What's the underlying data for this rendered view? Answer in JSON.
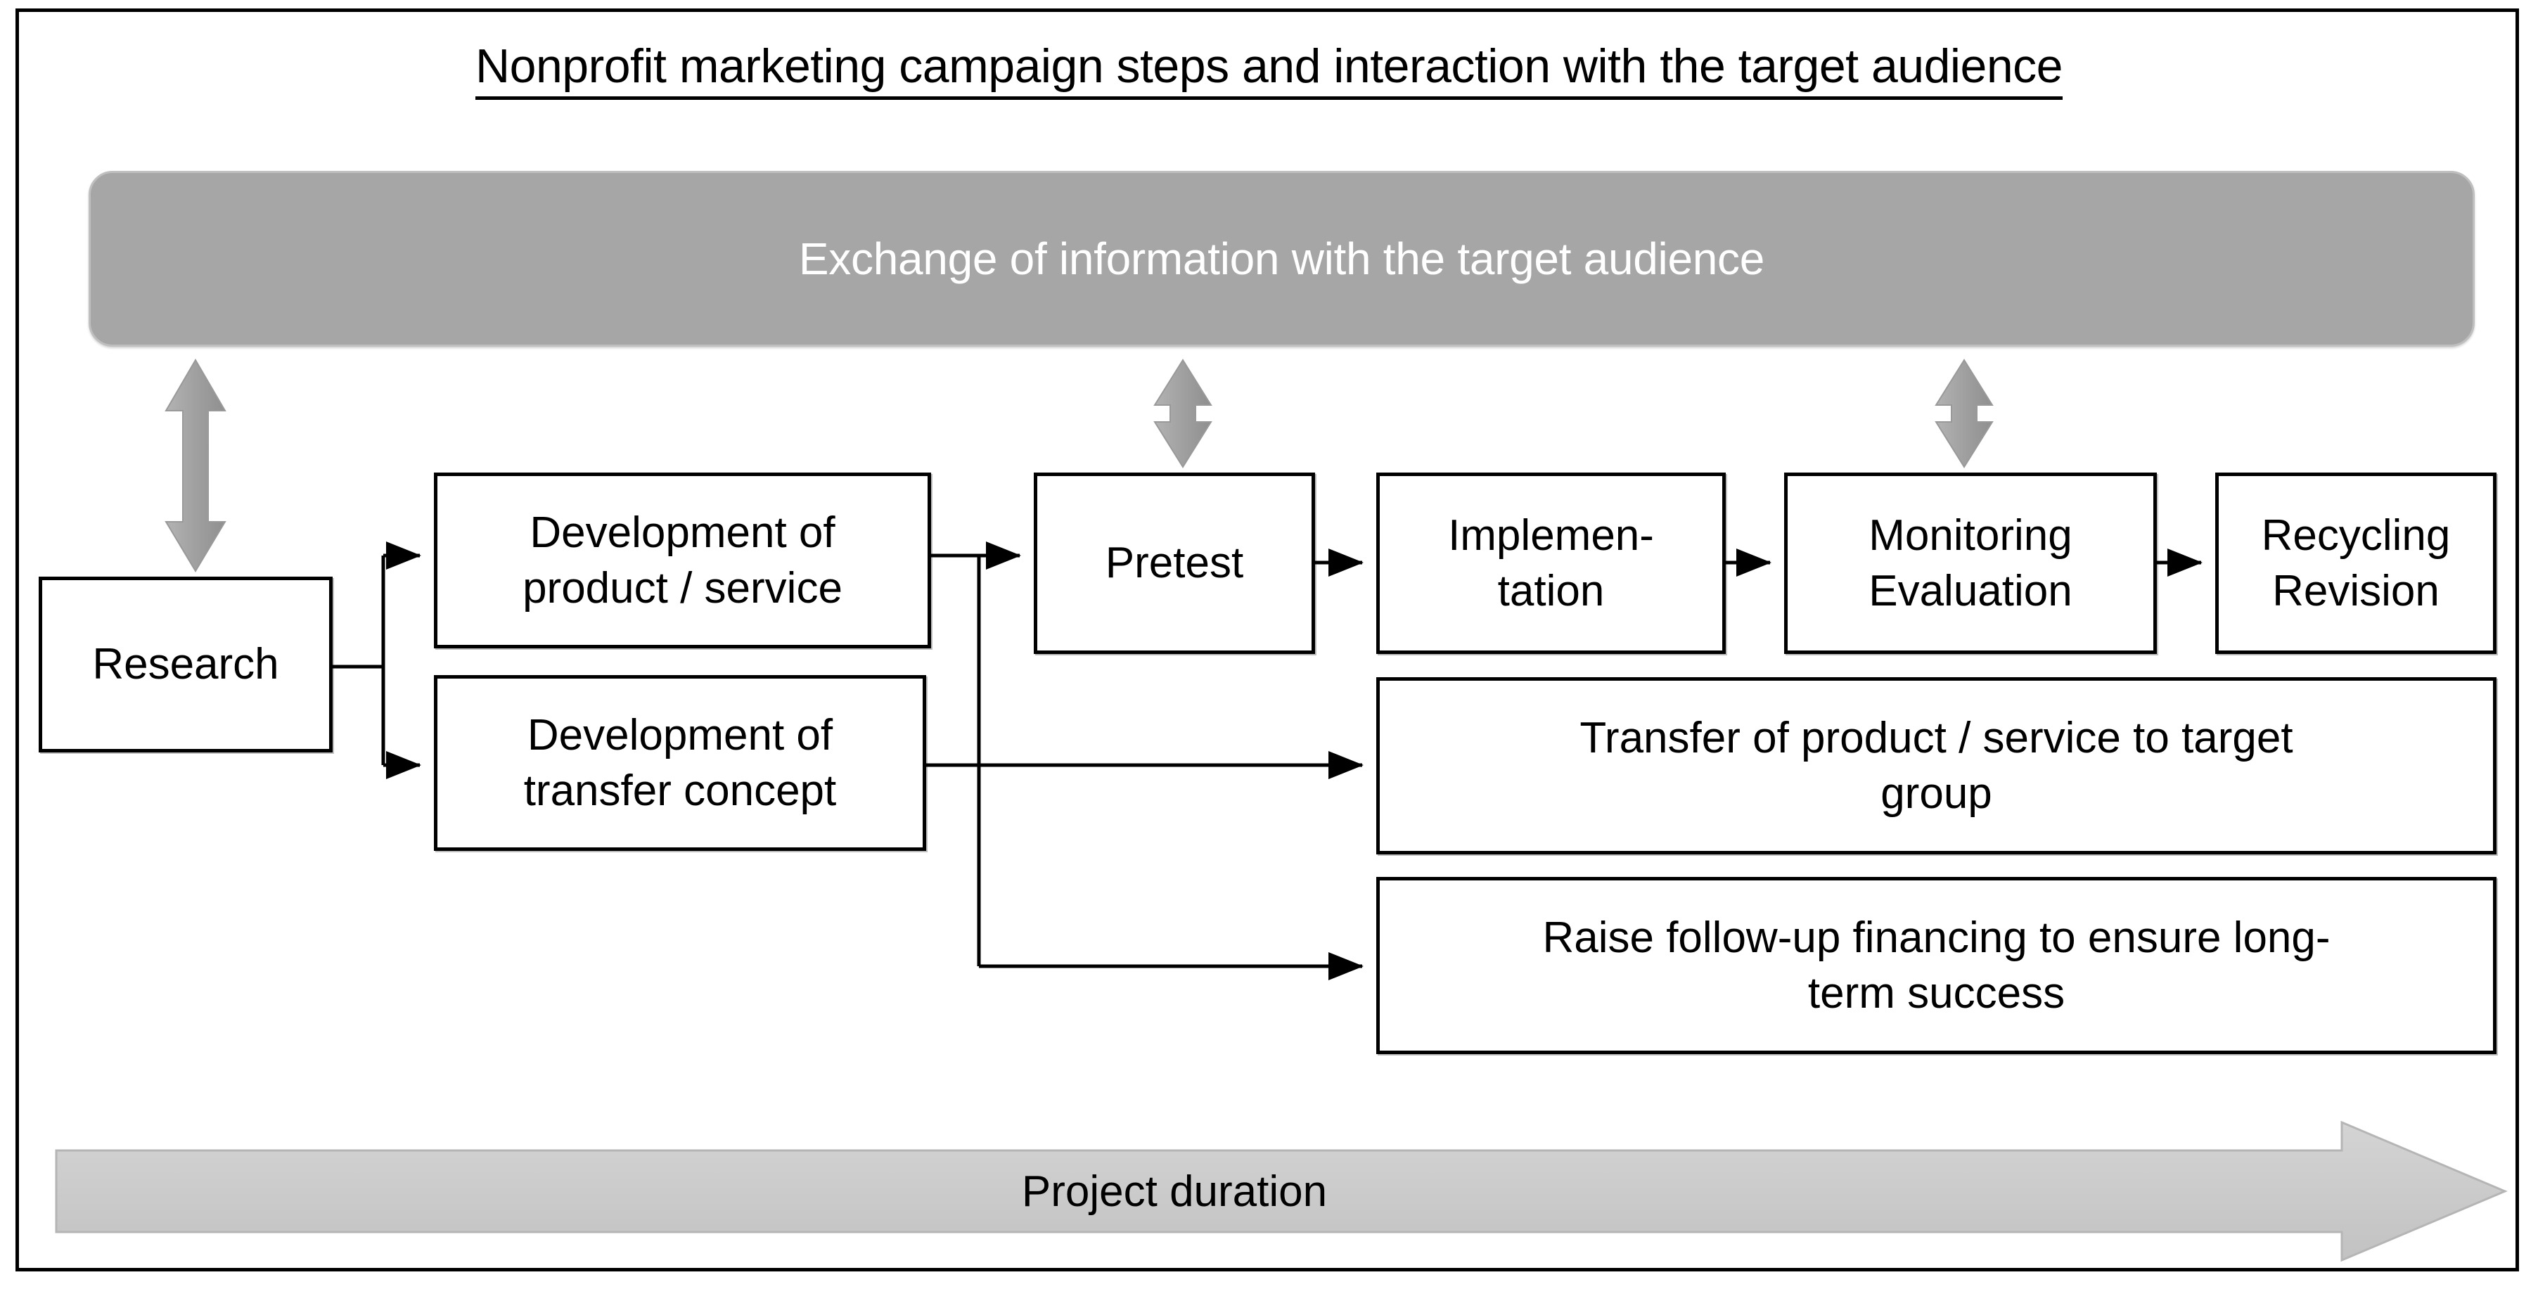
{
  "diagram": {
    "title": "Nonprofit marketing campaign steps and interaction with the target audience",
    "banner_label": "Exchange of information with the target audience",
    "timeline_label": "Project duration",
    "colors": {
      "banner_fill": "#a6a6a6",
      "banner_text": "#ffffff",
      "timeline_fill": "#cccccc",
      "double_arrow": "#a6a6a6",
      "box_border": "#000000",
      "box_fill": "#ffffff",
      "text": "#000000"
    },
    "nodes": [
      {
        "id": "research",
        "label": "Research"
      },
      {
        "id": "dev-product",
        "line1": "Development of",
        "line2": "product / service"
      },
      {
        "id": "dev-transfer",
        "line1": "Development of",
        "line2": "transfer concept"
      },
      {
        "id": "pretest",
        "label": "Pretest"
      },
      {
        "id": "implementation",
        "line1": "Implemen-",
        "line2": "tation"
      },
      {
        "id": "monitoring",
        "line1": "Monitoring",
        "line2": "Evaluation"
      },
      {
        "id": "recycling",
        "line1": "Recycling",
        "line2": "Revision"
      },
      {
        "id": "transfer-group",
        "line1": "Transfer of product / service to target",
        "line2": "group"
      },
      {
        "id": "raise-finance",
        "line1": "Raise follow-up financing to ensure long-",
        "line2": "term success"
      }
    ],
    "edges": [
      {
        "from": "research",
        "to": "dev-product",
        "style": "elbow-arrow"
      },
      {
        "from": "research",
        "to": "dev-transfer",
        "style": "elbow-arrow"
      },
      {
        "from": "dev-product",
        "to": "pretest",
        "style": "elbow-arrow"
      },
      {
        "from": "pretest",
        "to": "implementation",
        "style": "straight-arrow"
      },
      {
        "from": "implementation",
        "to": "monitoring",
        "style": "straight-arrow"
      },
      {
        "from": "monitoring",
        "to": "recycling",
        "style": "straight-arrow"
      },
      {
        "from": "dev-transfer",
        "to": "transfer-group",
        "style": "straight-arrow"
      },
      {
        "from": "dev-product",
        "to": "raise-finance",
        "style": "elbow-arrow"
      }
    ],
    "exchange_links": [
      {
        "node": "research",
        "type": "double-headed-vertical"
      },
      {
        "node": "pretest",
        "type": "double-headed-vertical"
      },
      {
        "node": "monitoring",
        "type": "double-headed-vertical"
      }
    ]
  }
}
